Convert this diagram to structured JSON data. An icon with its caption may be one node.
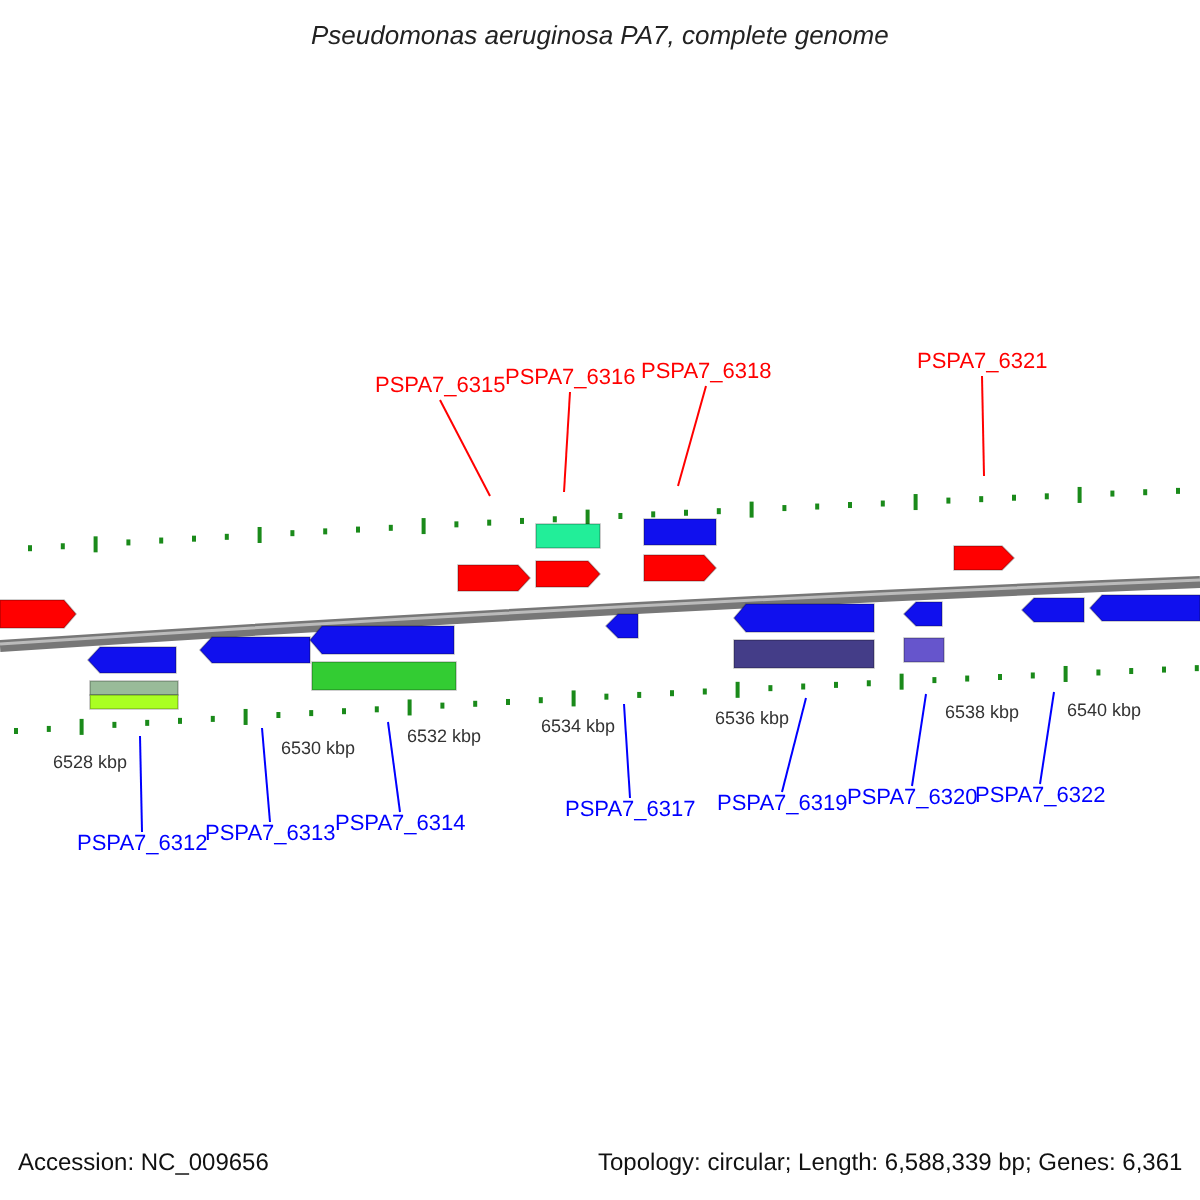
{
  "diagram": {
    "title": "Pseudomonas aeruginosa PA7, complete genome",
    "nodes": [
      {
        "text": [
          "PSPA7_6315"
        ]
      },
      {
        "text": [
          "PSPA7_6316"
        ]
      },
      {
        "text": [
          "PSPA7_6318"
        ]
      },
      {
        "text": [
          "PSPA7_6321"
        ]
      },
      {
        "text": [
          "PSPA7_6312"
        ]
      },
      {
        "text": [
          "PSPA7_6313"
        ]
      },
      {
        "text": [
          "PSPA7_6314"
        ]
      },
      {
        "text": [
          "PSPA7_6317"
        ]
      },
      {
        "text": [
          "PSPA7_6319"
        ]
      },
      {
        "text": [
          "PSPA7_6320"
        ]
      },
      {
        "text": [
          "PSPA7_6322"
        ]
      }
    ],
    "edges": [
      {
        "from": 0,
        "to": null,
        "arrow": "none",
        "color": "#ff0000"
      },
      {
        "from": 1,
        "to": null,
        "arrow": "none",
        "color": "#ff0000"
      },
      {
        "from": 2,
        "to": null,
        "arrow": "none",
        "color": "#ff0000"
      },
      {
        "from": 3,
        "to": null,
        "arrow": "none",
        "color": "#ff0000"
      },
      {
        "from": 4,
        "to": null,
        "arrow": "none"
      },
      {
        "from": 5,
        "to": null,
        "arrow": "none"
      },
      {
        "from": 6,
        "to": null,
        "arrow": "none"
      },
      {
        "from": 7,
        "to": null,
        "arrow": "none"
      },
      {
        "from": 8,
        "to": null,
        "arrow": "none"
      },
      {
        "from": 9,
        "to": null,
        "arrow": "none"
      },
      {
        "from": 10,
        "to": null,
        "arrow": "none"
      }
    ],
    "labels": [
      "6528 kbp",
      "6530 kbp",
      "6532 kbp",
      "6534 kbp",
      "6536 kbp",
      "6538 kbp",
      "6540 kbp",
      "Accession: NC_009656",
      "Topology: circular; Length: 6,588,339 bp; Genes: 6,361"
    ]
  }
}
